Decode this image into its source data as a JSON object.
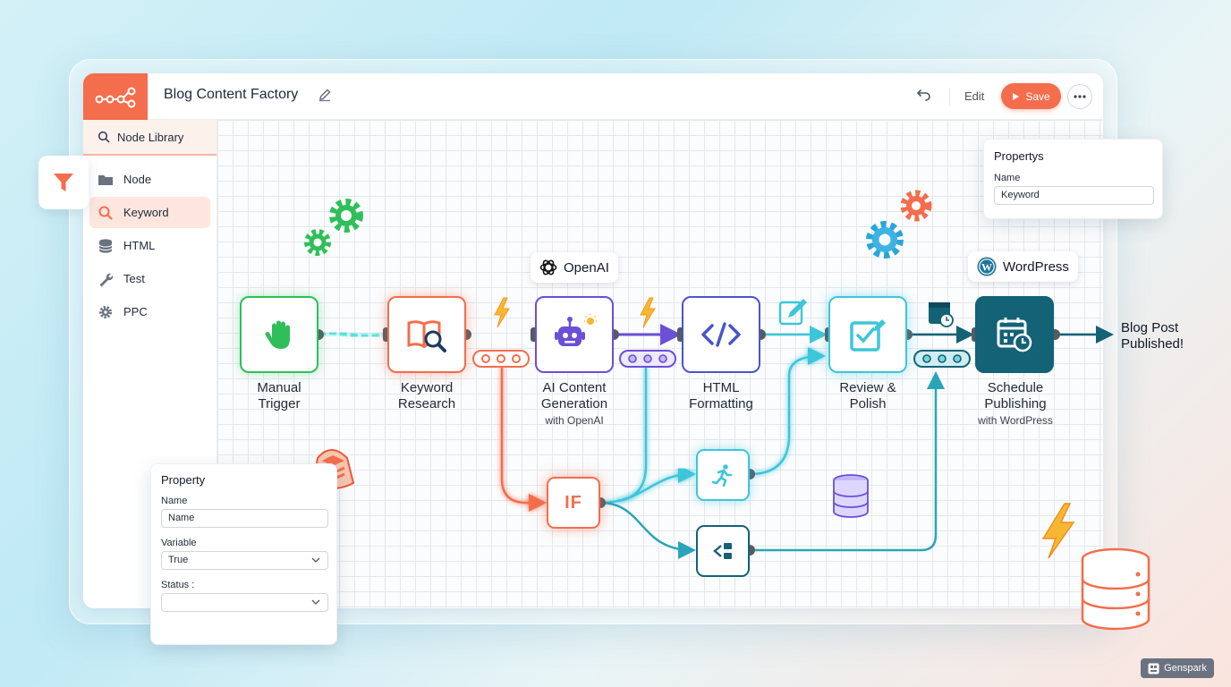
{
  "header": {
    "title": "Blog Content Factory",
    "edit_label": "Edit",
    "save_label": "Save"
  },
  "sidebar": {
    "library_label": "Node Library",
    "items": [
      {
        "label": "Node",
        "icon": "folder-icon"
      },
      {
        "label": "Keyword",
        "icon": "search-icon",
        "active": true
      },
      {
        "label": "HTML",
        "icon": "database-icon"
      },
      {
        "label": "Test",
        "icon": "wrench-icon"
      },
      {
        "label": "PPC",
        "icon": "gear-icon"
      }
    ]
  },
  "workflow": {
    "nodes": [
      {
        "title": "Manual Trigger",
        "line1": "Manual",
        "line2": "Trigger",
        "color": "#2fbf5a",
        "icon": "hand-icon"
      },
      {
        "title": "Keyword Research",
        "line1": "Keyword",
        "line2": "Research",
        "color": "#f46d4c",
        "icon": "book-search-icon"
      },
      {
        "title": "AI Content Generation",
        "line1": "AI Content",
        "line2": "Generation",
        "subtitle": "with OpenAI",
        "color": "#6b4fd6",
        "icon": "robot-icon"
      },
      {
        "title": "HTML Formatting",
        "line1": "HTML",
        "line2": "Formatting",
        "color": "#4a55c9",
        "icon": "code-icon"
      },
      {
        "title": "Review & Polish",
        "line1": "Review &",
        "line2": "Polish",
        "color": "#3cc6d9",
        "icon": "checkbox-edit-icon"
      },
      {
        "title": "Schedule Publishing",
        "line1": "Schedule",
        "line2": "Publishing",
        "subtitle": "with WordPress",
        "color": "#136276",
        "icon": "calendar-clock-icon"
      }
    ],
    "if_node_label": "IF",
    "openai_badge": "OpenAI",
    "wordpress_badge": "WordPress",
    "end_line1": "Blog Post",
    "end_line2": "Published!"
  },
  "properties_panel_right": {
    "title": "Propertys",
    "name_label": "Name",
    "name_value": "Keyword"
  },
  "properties_panel_left": {
    "title": "Property",
    "name_label": "Name",
    "name_value": "Name",
    "variable_label": "Variable",
    "variable_value": "True",
    "status_label": "Status :",
    "status_value": ""
  },
  "watermark": "Genspark",
  "colors": {
    "accent": "#f46d4c",
    "green": "#2fbf5a",
    "purple": "#6b4fd6",
    "indigo": "#4a55c9",
    "cyan": "#3cc6d9",
    "teal": "#136276"
  }
}
